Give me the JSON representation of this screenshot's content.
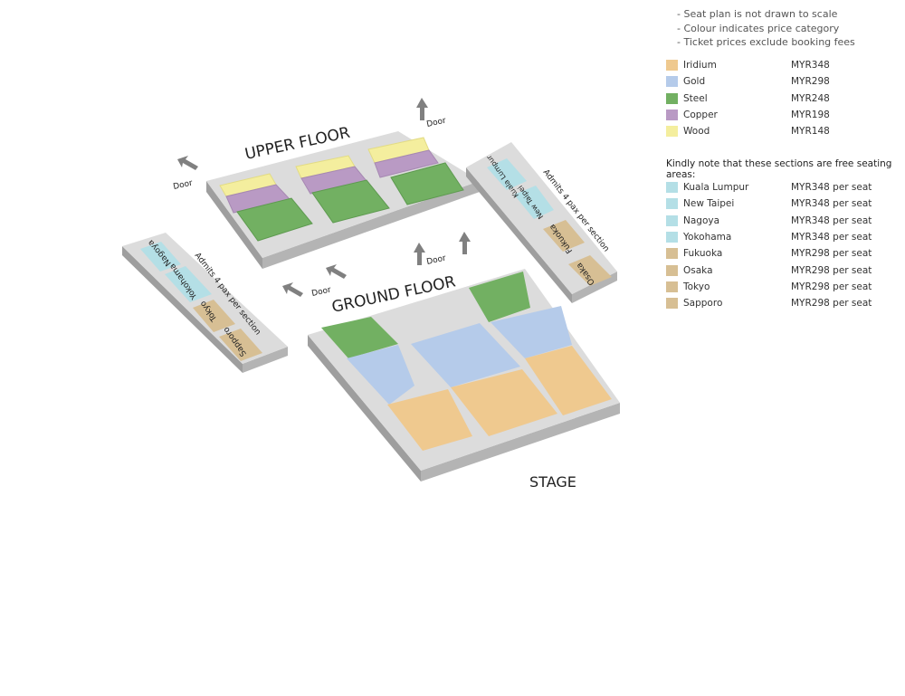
{
  "notes": [
    "- Seat plan is not drawn to scale",
    "- Colour indicates price category",
    "- Ticket prices exclude booking fees"
  ],
  "categories": [
    {
      "name": "Iridium",
      "price": "MYR348",
      "color": "#efc98f"
    },
    {
      "name": "Gold",
      "price": "MYR298",
      "color": "#b5cbea"
    },
    {
      "name": "Steel",
      "price": "MYR248",
      "color": "#72b062"
    },
    {
      "name": "Copper",
      "price": "MYR198",
      "color": "#b99ac4"
    },
    {
      "name": "Wood",
      "price": "MYR148",
      "color": "#f4ee9e"
    }
  ],
  "free_seating_note": "Kindly note that these sections are free seating areas:",
  "free_sections": [
    {
      "name": "Kuala Lumpur",
      "price": "MYR348 per seat",
      "color": "#b4dfe6"
    },
    {
      "name": "New Taipei",
      "price": "MYR348 per seat",
      "color": "#b4dfe6"
    },
    {
      "name": "Nagoya",
      "price": "MYR348 per seat",
      "color": "#b4dfe6"
    },
    {
      "name": "Yokohama",
      "price": "MYR348 per seat",
      "color": "#b4dfe6"
    },
    {
      "name": "Fukuoka",
      "price": "MYR298 per seat",
      "color": "#d7bf94"
    },
    {
      "name": "Osaka",
      "price": "MYR298 per seat",
      "color": "#d7bf94"
    },
    {
      "name": "Tokyo",
      "price": "MYR298 per seat",
      "color": "#d7bf94"
    },
    {
      "name": "Sapporo",
      "price": "MYR298 per seat",
      "color": "#d7bf94"
    }
  ],
  "map": {
    "upper_floor": "UPPER FLOOR",
    "ground_floor": "GROUND FLOOR",
    "stage": "STAGE",
    "door": "Door",
    "admits": "Admits 4 pax per section",
    "wing_left": [
      "Nagoya",
      "Yokohama",
      "Tokyo",
      "Sapporo"
    ],
    "wing_right": [
      "Kuala Lumpur",
      "New Taipei",
      "Fukuoka",
      "Osaka"
    ]
  }
}
